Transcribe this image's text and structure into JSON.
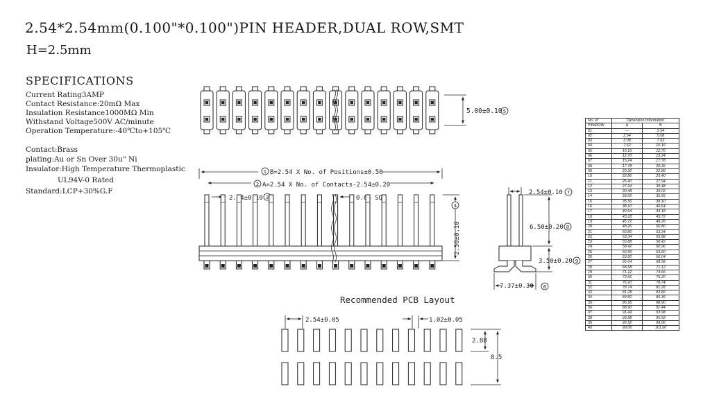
{
  "title": "2.54*2.54mm(0.100\"*0.100\")PIN HEADER,DUAL ROW,SMT",
  "subtitle": "H=2.5mm",
  "spec_heading": "SPECIFICATIONS",
  "specs": {
    "current_rating": {
      "label": "Current Rating",
      "value": "3AMP"
    },
    "contact_resistance": {
      "label": "Contact Resistance:",
      "value": "20mΩ Max"
    },
    "insulation_resistance": {
      "label": "Insulation Resistance",
      "value": "1000MΩ Min"
    },
    "withstand_voltage": {
      "label": "Withstand Voltage",
      "value": "500V AC/minute"
    },
    "operation_temperature": {
      "label": "Operation Temperature:",
      "value": "-40℃to+105℃"
    },
    "contact": {
      "label": "Contact:",
      "value": "Brass"
    },
    "plating": {
      "label": "plating:",
      "value": "Au or Sn Over 30u\" Ni"
    },
    "insulator": {
      "label": "Insulator:",
      "value": "High Temperature Thermoplastic"
    },
    "insulator_rating": {
      "value": "UL94V-0 Rated"
    },
    "standard": {
      "label": "Standard:",
      "value": "LCP+30%G.F"
    }
  },
  "drawing": {
    "top_view_height": "5.00±0.10",
    "top_view_height_ref": "5",
    "dim_b": "B=2.54 X No. of Positions±0.50",
    "dim_b_ref": "1",
    "dim_a": "A=2.54 X No. of Contacts-2.54±0.20",
    "dim_a_ref": "2",
    "pitch": "2.54±0.10",
    "pitch_ref": "3",
    "pin_sq": "0.64 SQ",
    "pin_height": "2.50±0.10",
    "pin_height_ref": "4",
    "side_pitch": "2.54±0.10",
    "side_pitch_ref": "7",
    "side_pin_len": "6.50±0.20",
    "side_pin_len_ref": "8",
    "side_body": "3.50±0.20",
    "side_body_ref": "9",
    "side_foot": "7.37±0.30",
    "side_foot_ref": "6",
    "pcb_title": "Recommended PCB Layout",
    "pcb_pitch": "2.54±0.05",
    "pcb_pad_width": "1.02±0.05",
    "pcb_pad_len": "2.88",
    "pcb_total": "8.5"
  },
  "table": {
    "headers": {
      "no_of": "No. of",
      "pin_row": "PIN/ROW",
      "dim_info": "Dimension Information",
      "col_a": "A",
      "col_b": "B"
    },
    "rows": [
      [
        "01",
        "—",
        "2.54"
      ],
      [
        "02",
        "2.54",
        "5.08"
      ],
      [
        "03",
        "5.08",
        "7.62"
      ],
      [
        "04",
        "7.62",
        "10.16"
      ],
      [
        "05",
        "10.16",
        "12.70"
      ],
      [
        "06",
        "12.70",
        "15.24"
      ],
      [
        "07",
        "15.24",
        "17.78"
      ],
      [
        "08",
        "17.78",
        "20.32"
      ],
      [
        "09",
        "20.32",
        "22.86"
      ],
      [
        "10",
        "22.86",
        "25.40"
      ],
      [
        "11",
        "25.40",
        "27.94"
      ],
      [
        "12",
        "27.94",
        "30.48"
      ],
      [
        "13",
        "30.48",
        "33.02"
      ],
      [
        "14",
        "33.02",
        "35.56"
      ],
      [
        "15",
        "35.56",
        "38.10"
      ],
      [
        "16",
        "38.10",
        "40.64"
      ],
      [
        "17",
        "40.64",
        "43.18"
      ],
      [
        "18",
        "43.18",
        "45.72"
      ],
      [
        "19",
        "45.72",
        "48.26"
      ],
      [
        "20",
        "48.26",
        "50.80"
      ],
      [
        "21",
        "50.80",
        "53.34"
      ],
      [
        "22",
        "53.34",
        "55.88"
      ],
      [
        "23",
        "55.88",
        "58.42"
      ],
      [
        "24",
        "58.42",
        "60.96"
      ],
      [
        "25",
        "60.96",
        "63.50"
      ],
      [
        "26",
        "63.50",
        "66.04"
      ],
      [
        "27",
        "66.04",
        "68.58"
      ],
      [
        "28",
        "68.58",
        "71.12"
      ],
      [
        "29",
        "71.12",
        "73.66"
      ],
      [
        "30",
        "73.66",
        "76.20"
      ],
      [
        "31",
        "76.20",
        "78.74"
      ],
      [
        "32",
        "78.74",
        "81.28"
      ],
      [
        "33",
        "81.28",
        "83.82"
      ],
      [
        "34",
        "83.82",
        "86.36"
      ],
      [
        "35",
        "86.36",
        "88.90"
      ],
      [
        "36",
        "88.90",
        "91.44"
      ],
      [
        "37",
        "91.44",
        "93.98"
      ],
      [
        "38",
        "93.98",
        "96.52"
      ],
      [
        "39",
        "96.52",
        "99.06"
      ],
      [
        "40",
        "99.06",
        "101.60"
      ]
    ]
  }
}
